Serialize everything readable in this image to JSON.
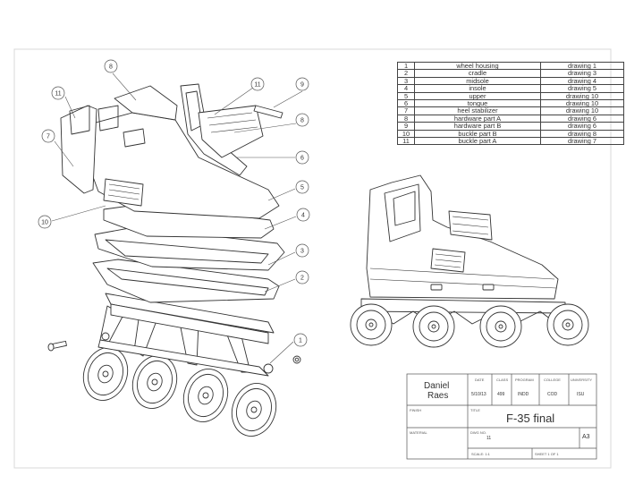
{
  "bom": [
    {
      "num": "1",
      "name": "wheel housing",
      "ref": "drawing 1"
    },
    {
      "num": "2",
      "name": "cradle",
      "ref": "drawing 3"
    },
    {
      "num": "3",
      "name": "midsole",
      "ref": "drawing 4"
    },
    {
      "num": "4",
      "name": "insole",
      "ref": "drawing 5"
    },
    {
      "num": "5",
      "name": "upper",
      "ref": "drawing 10"
    },
    {
      "num": "6",
      "name": "tongue",
      "ref": "drawing 10"
    },
    {
      "num": "7",
      "name": "heel stabilizer",
      "ref": "drawing 10"
    },
    {
      "num": "8",
      "name": "hardware part A",
      "ref": "drawing 6"
    },
    {
      "num": "9",
      "name": "hardware part B",
      "ref": "drawing 6"
    },
    {
      "num": "10",
      "name": "buckle part B",
      "ref": "drawing 8"
    },
    {
      "num": "11",
      "name": "buckle part A",
      "ref": "drawing 7"
    }
  ],
  "balloons": [
    "1",
    "2",
    "3",
    "4",
    "5",
    "6",
    "7",
    "8",
    "9",
    "10",
    "11",
    "11",
    "8"
  ],
  "title_block": {
    "author_first": "Daniel",
    "author_last": "Raes",
    "hdr_date": "DATE",
    "hdr_class": "CLASS",
    "hdr_program": "PROGRAM",
    "hdr_college": "COLLEGE",
    "hdr_university": "UNIVERSITY",
    "date": "5/10/13",
    "class": "499",
    "program": "INDD",
    "college": "COD",
    "university": "ISU",
    "lbl_finish": "FINISH",
    "lbl_title": "TITLE",
    "title": "F-35 final",
    "lbl_material": "MATERIAL",
    "lbl_dwg_no": "DWG NO.",
    "dwg_no": "11",
    "size": "A3",
    "scale": "SCALE: 1:1",
    "sheet": "SHEET 1 OF 1"
  }
}
